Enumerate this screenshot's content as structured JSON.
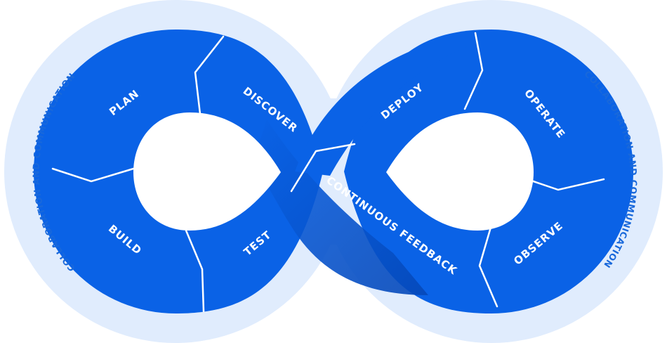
{
  "diagram": {
    "stages": [
      {
        "key": "plan",
        "label": "PLAN"
      },
      {
        "key": "discover",
        "label": "DISCOVER"
      },
      {
        "key": "deploy",
        "label": "DEPLOY"
      },
      {
        "key": "operate",
        "label": "OPERATE"
      },
      {
        "key": "build",
        "label": "BUILD"
      },
      {
        "key": "test",
        "label": "TEST"
      },
      {
        "key": "feedback",
        "label": "CONTINUOUS FEEDBACK"
      },
      {
        "key": "observe",
        "label": "OBSERVE"
      }
    ],
    "ring_labels": {
      "left": "COLLABORATION AND COMMUNICATION",
      "right": "COLLABORATION AND COMMUNICATION"
    }
  },
  "colors": {
    "band_primary": "#0a62e6",
    "band_dark": "#0750c8",
    "outer_ring": "#dce9fd",
    "ring_text": "#1868db",
    "divider": "#ffffff"
  }
}
